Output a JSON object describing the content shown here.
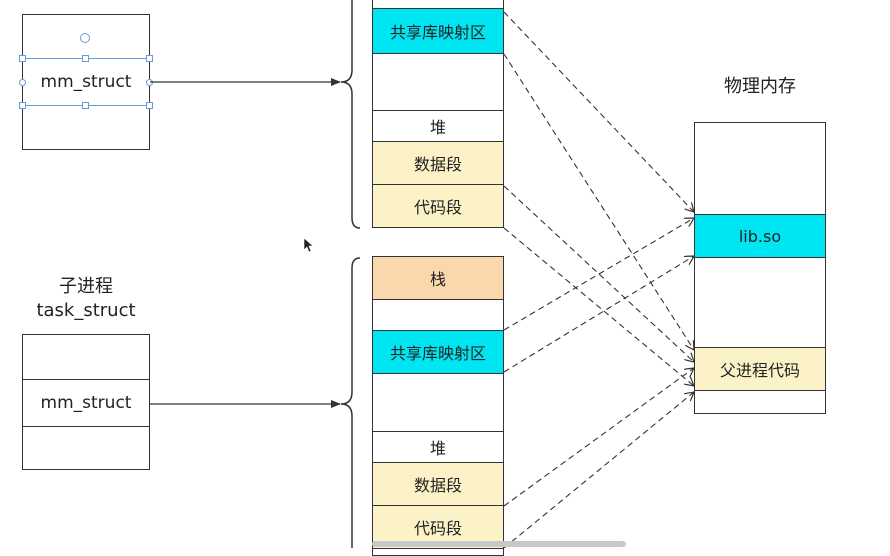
{
  "parent_struct": {
    "field": "mm_struct"
  },
  "child_struct": {
    "title_line1": "子进程",
    "title_line2": "task_struct",
    "field": "mm_struct"
  },
  "parent_memory": {
    "shared_lib": "共享库映射区",
    "heap": "堆",
    "data": "数据段",
    "code": "代码段"
  },
  "child_memory": {
    "stack": "栈",
    "shared_lib": "共享库映射区",
    "heap": "堆",
    "data": "数据段",
    "code": "代码段"
  },
  "physical_memory": {
    "title": "物理内存",
    "lib": "lib.so",
    "parent_code": "父进程代码"
  },
  "colors": {
    "cyan": "#00e5f2",
    "yellow": "#fbf3c7",
    "orange": "#fbd7ae",
    "selection": "#6a9bd8"
  }
}
